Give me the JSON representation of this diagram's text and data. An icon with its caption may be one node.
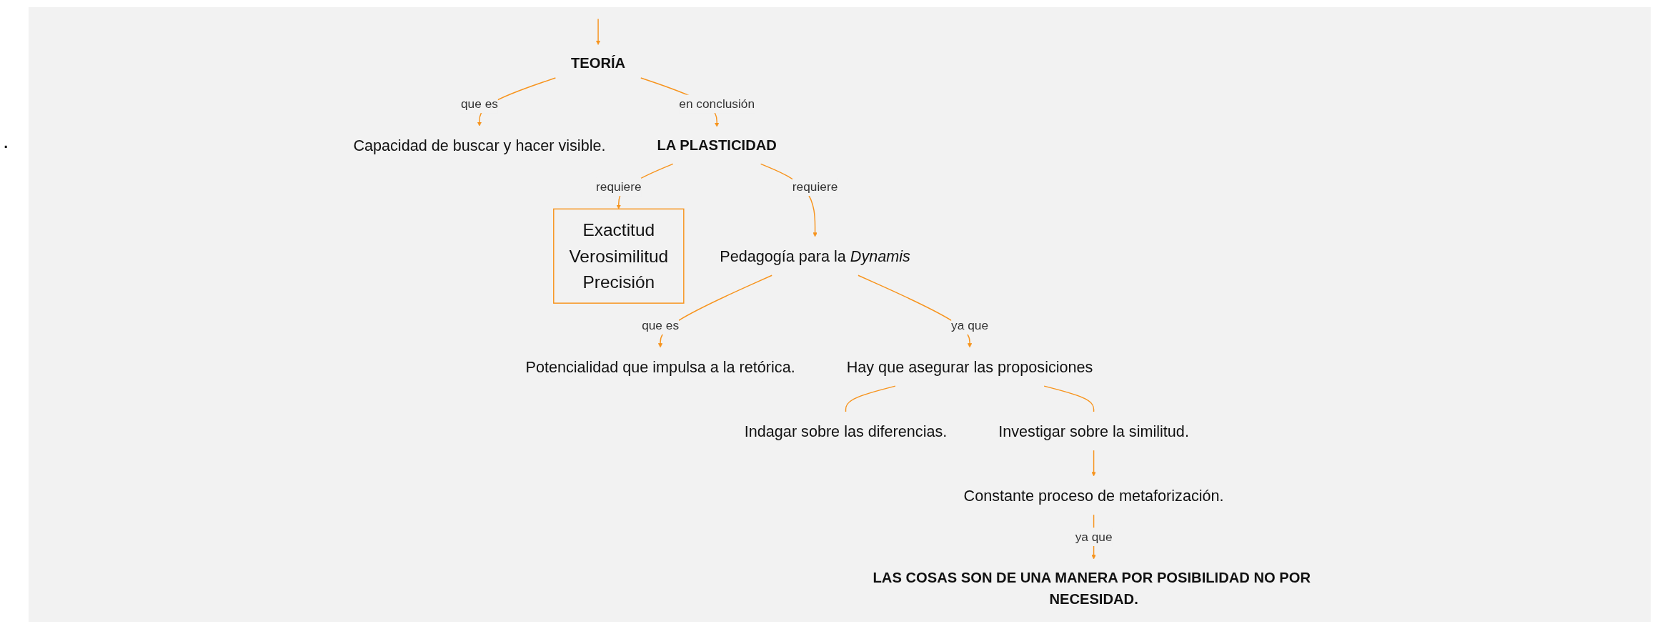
{
  "diagram": {
    "nodes": [
      {
        "text": [
          "TEORÍA"
        ]
      },
      {
        "text": [
          "Capacidad de buscar y hacer visible."
        ]
      },
      {
        "text": [
          "LA PLASTICIDAD"
        ]
      },
      {
        "text": [
          "Exactitud",
          "Verosimilitud",
          "Precisión"
        ]
      },
      {
        "text": [
          "Pedagogía para la *Dynamis*"
        ]
      },
      {
        "text": [
          "Potencialidad que impulsa a la retórica."
        ]
      },
      {
        "text": [
          "Hay que asegurar las proposiciones"
        ]
      },
      {
        "text": [
          "Indagar sobre las diferencias."
        ]
      },
      {
        "text": [
          "Investigar sobre la similitud."
        ]
      },
      {
        "text": [
          "Constante proceso de metaforización."
        ]
      },
      {
        "text": [
          "LAS COSAS SON DE UNA MANERA POR POSIBILIDAD NO POR NECESIDAD."
        ]
      }
    ],
    "edges": [
      {
        "from": null,
        "to": 0,
        "arrow": "to"
      },
      {
        "from": 0,
        "to": 1,
        "label": "que es",
        "arrow": "to"
      },
      {
        "from": 0,
        "to": 2,
        "label": "en conclusión",
        "arrow": "to"
      },
      {
        "from": 2,
        "to": 3,
        "label": "requiere",
        "arrow": "to"
      },
      {
        "from": 2,
        "to": 4,
        "label": "requiere",
        "arrow": "to"
      },
      {
        "from": 4,
        "to": 5,
        "label": "que es",
        "arrow": "to"
      },
      {
        "from": 4,
        "to": 6,
        "label": "ya que",
        "arrow": "to"
      },
      {
        "from": 6,
        "to": 7,
        "arrow": "none"
      },
      {
        "from": 6,
        "to": 8,
        "arrow": "none"
      },
      {
        "from": 8,
        "to": 9,
        "arrow": "to"
      },
      {
        "from": 9,
        "to": 10,
        "label": "ya que",
        "arrow": "to"
      }
    ],
    "labels": [
      "."
    ]
  }
}
